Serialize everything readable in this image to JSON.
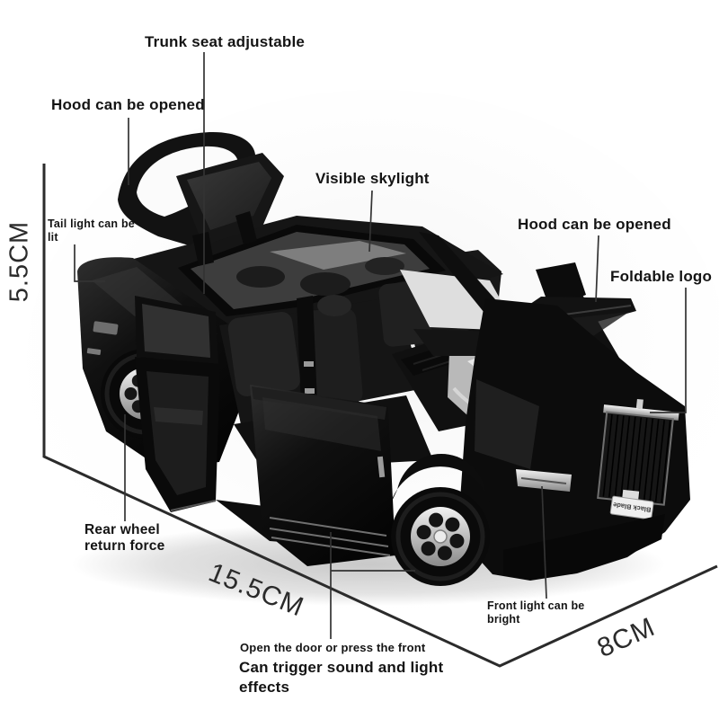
{
  "scene": {
    "background_color": "#ffffff",
    "text_color": "#141414",
    "line_color": "#2b2b2b",
    "car_color": "#0c0c0c",
    "chrome_color": "#cfcfcf"
  },
  "labels": {
    "trunk_seat": "Trunk seat adjustable",
    "hood_left": "Hood can be opened",
    "visible_skylight": "Visible skylight",
    "hood_right": "Hood can be opened",
    "foldable_logo": "Foldable logo",
    "tail_light": "Tail light can be lit",
    "rear_wheel": "Rear wheel return force",
    "front_light": "Front light can be bright",
    "open_door": "Open the door or press the front",
    "trigger_effects": "Can trigger sound and light effects"
  },
  "dimensions": {
    "height": "5.5CM",
    "length": "15.5CM",
    "width": "8CM"
  },
  "license_plate": "Black Blade"
}
